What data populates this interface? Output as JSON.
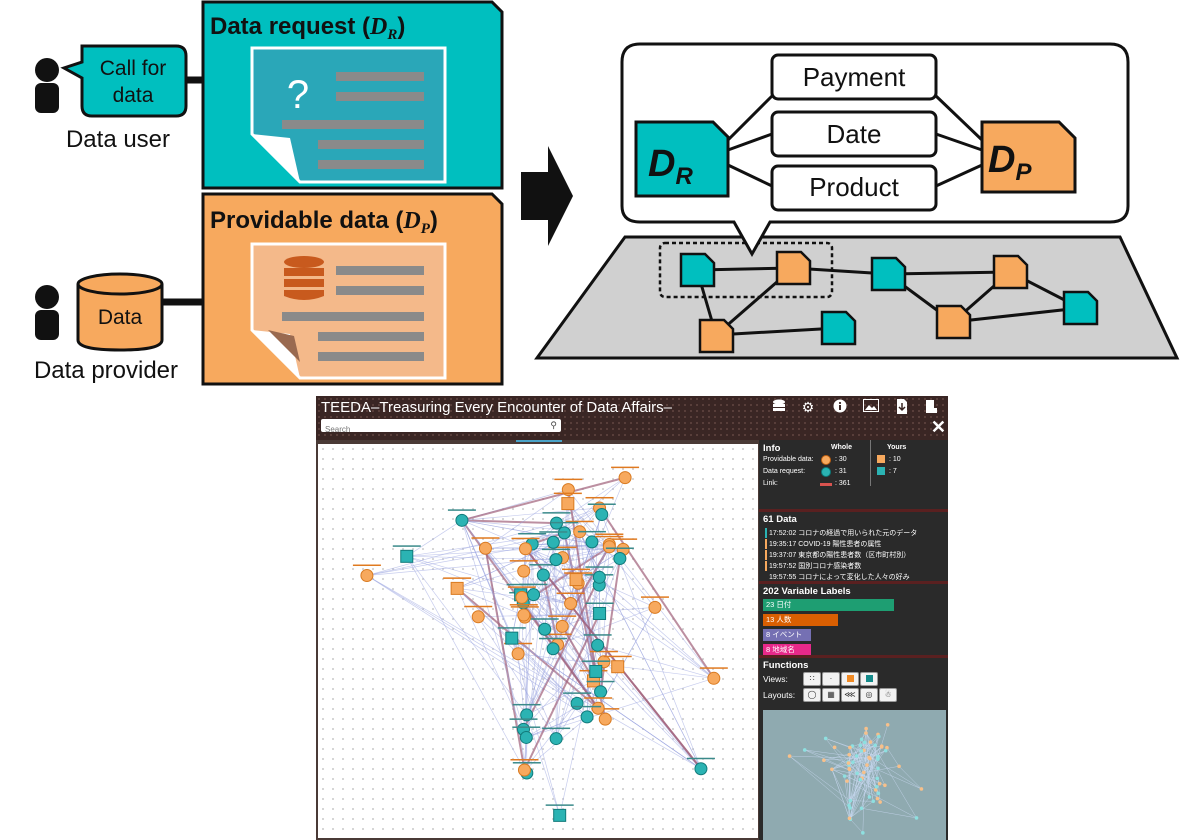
{
  "top_diagram": {
    "request_box": {
      "title": "Data request (",
      "sym_main": "D",
      "sym_sub": "R",
      "title_close": ")",
      "question_mark": "?"
    },
    "provide_box": {
      "title": "Providable data (",
      "sym_main": "D",
      "sym_sub": "P",
      "title_close": ")"
    },
    "user": {
      "bubble_line1": "Call for",
      "bubble_line2": "data",
      "label": "Data user"
    },
    "provider": {
      "cylinder_label": "Data",
      "label": "Data provider"
    },
    "callout": {
      "left_main": "D",
      "left_sub": "R",
      "right_main": "D",
      "right_sub": "P",
      "links": [
        "Payment",
        "Date",
        "Product"
      ]
    },
    "colors": {
      "request": "#00bfbf",
      "provide": "#f7a95e",
      "dark": "#111111",
      "plane": "#d0d0d0"
    }
  },
  "app": {
    "title": "TEEDA–Treasuring Every Encounter of Data Affairs–",
    "search_placeholder": "Search",
    "close_glyph": "✕",
    "toolbar_icons": [
      "database-icon",
      "gear-icon",
      "info-icon",
      "image-icon",
      "download-icon",
      "exit-icon"
    ],
    "info": {
      "heading": "Info",
      "col_whole": "Whole",
      "col_yours": "Yours",
      "rows": [
        {
          "label": "Providable data:",
          "whole": ": 30",
          "yours": ": 10"
        },
        {
          "label": "Data request:",
          "whole": ": 31",
          "yours": ": 7"
        },
        {
          "label": "Link:",
          "whole": ": 361",
          "yours": ""
        }
      ]
    },
    "data_list": {
      "heading": "61 Data",
      "items": [
        "17:52:02 コロナの経過で用いられた元のデータ",
        "19:35:17 COVID-19 陽性患者の属性",
        "19:37:07 東京都の陽性患者数（区市町村別）",
        "19:57:52 国別コロナ感染者数",
        "19:57:55 コロナによって変化した人々の好み"
      ]
    },
    "variable_labels": {
      "heading": "202 Variable Labels",
      "bars": [
        {
          "label": "23 日付",
          "count": 23,
          "color": "#1e9e72"
        },
        {
          "label": "13 人数",
          "count": 13,
          "color": "#d95f02"
        },
        {
          "label": "8  イベント",
          "count": 8,
          "color": "#7570b3"
        },
        {
          "label": "8  地域名",
          "count": 8,
          "color": "#e7298a"
        }
      ]
    },
    "functions": {
      "heading": "Functions",
      "views_label": "Views:",
      "layouts_label": "Layouts:"
    },
    "node_colors": {
      "provide": "#f7a95e",
      "request": "#2bb3b3",
      "link": "#9aa4e0",
      "strong_link": "#a0607a"
    }
  }
}
